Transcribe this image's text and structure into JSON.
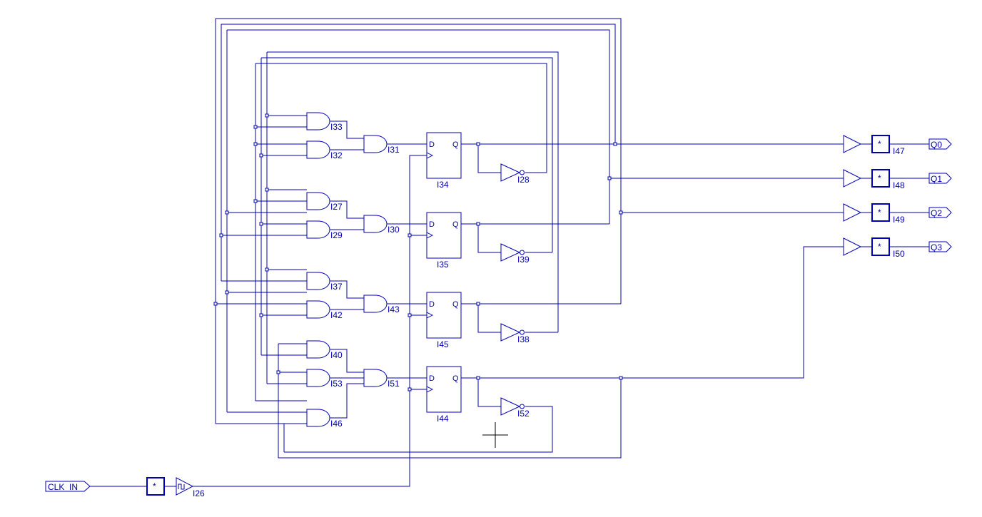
{
  "ports": {
    "clk_in": "CLK_IN",
    "q0": "Q0",
    "q1": "Q1",
    "q2": "Q2",
    "q3": "Q3"
  },
  "instances": {
    "i26": "I26",
    "i27": "I27",
    "i28": "I28",
    "i29": "I29",
    "i30": "I30",
    "i31": "I31",
    "i32": "I32",
    "i33": "I33",
    "i34": "I34",
    "i35": "I35",
    "i37": "I37",
    "i38": "I38",
    "i39": "I39",
    "i40": "I40",
    "i42": "I42",
    "i43": "I43",
    "i44": "I44",
    "i45": "I45",
    "i46": "I46",
    "i47": "I47",
    "i48": "I48",
    "i49": "I49",
    "i50": "I50",
    "i51": "I51",
    "i52": "I52",
    "i53": "I53"
  },
  "pins": {
    "d": "D",
    "q": "Q"
  },
  "buffer_mark": "*",
  "colors": {
    "wire": "#0000b0",
    "background": "#ffffff"
  }
}
